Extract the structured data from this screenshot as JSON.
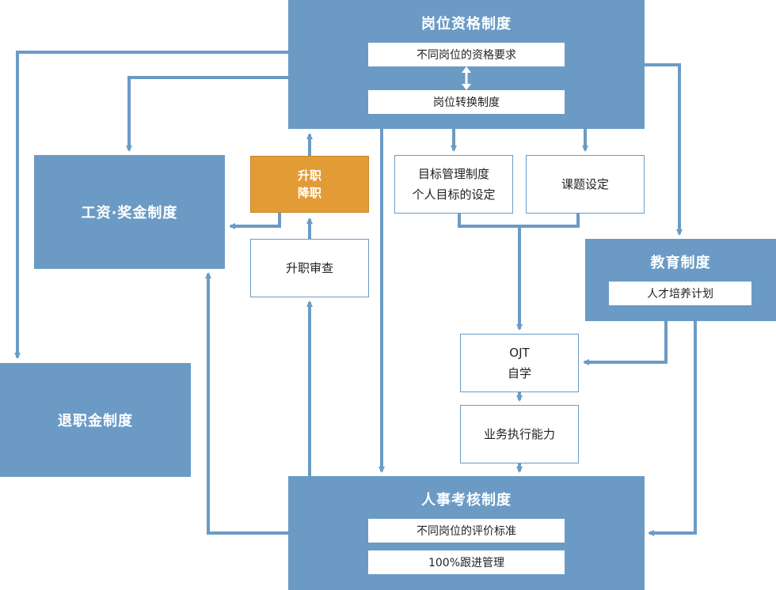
{
  "colors": {
    "main_box": "#6b9bc5",
    "highlight_box": "#e39b36",
    "connector": "#6b9bc5"
  },
  "position_qualification": {
    "title": "岗位资格制度",
    "items": [
      "不同岗位的资格要求",
      "岗位转换制度"
    ]
  },
  "salary": {
    "title": "工资·奖金制度"
  },
  "promotion": {
    "lines": [
      "升职",
      "降职"
    ]
  },
  "promotion_review": {
    "label": "升职审查"
  },
  "objective": {
    "lines": [
      "目标管理制度",
      "个人目标的设定"
    ]
  },
  "topic": {
    "label": "课题设定"
  },
  "education": {
    "title": "教育制度",
    "item": "人才培养计划"
  },
  "retirement": {
    "title": "退职金制度"
  },
  "ojt": {
    "lines": [
      "OJT",
      "自学"
    ]
  },
  "ability": {
    "label": "业务执行能力"
  },
  "evaluation": {
    "title": "人事考核制度",
    "items": [
      "不同岗位的评价标准",
      "100%跟进管理"
    ]
  }
}
